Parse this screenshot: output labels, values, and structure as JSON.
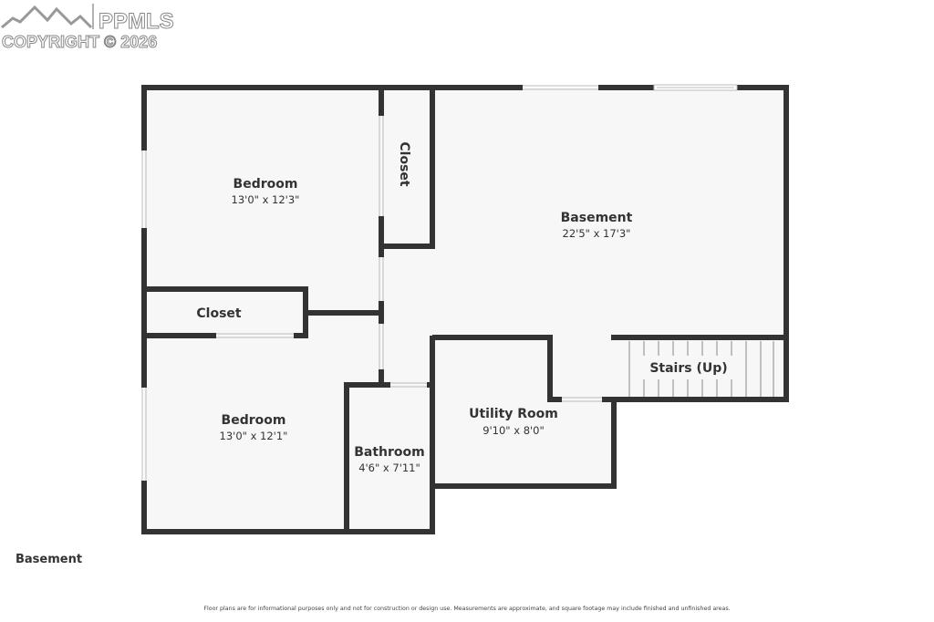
{
  "watermark": {
    "brand": "PPMLS",
    "copyright": "COPYRIGHT © 2026"
  },
  "rooms": {
    "bedroom1": {
      "name": "Bedroom",
      "dims": "13'0\" x 12'3\""
    },
    "closet1": {
      "name": "Closet"
    },
    "basement": {
      "name": "Basement",
      "dims": "22'5\" x 17'3\""
    },
    "closet2": {
      "name": "Closet"
    },
    "bedroom2": {
      "name": "Bedroom",
      "dims": "13'0\" x 12'1\""
    },
    "bathroom": {
      "name": "Bathroom",
      "dims": "4'6\" x 7'11\""
    },
    "utility": {
      "name": "Utility Room",
      "dims": "9'10\" x 8'0\""
    },
    "stairs": {
      "name": "Stairs (Up)"
    }
  },
  "floor_label": "Basement",
  "disclaimer": "Floor plans are for informational purposes only and not for construction or design use. Measurements are approximate, and square footage may include finished and unfinished areas.",
  "colors": {
    "wall": "#333333",
    "floor": "#f7f7f7"
  }
}
